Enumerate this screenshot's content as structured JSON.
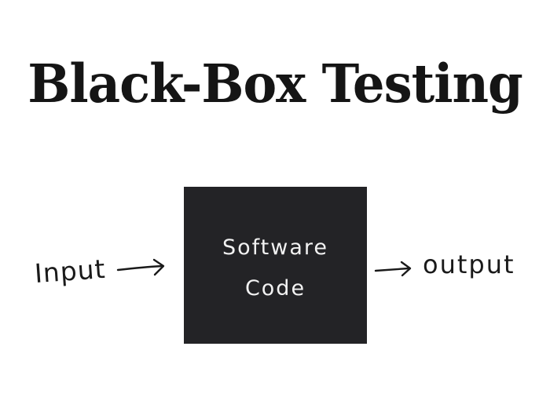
{
  "title": "Black-Box Testing",
  "box": {
    "line1": "Software",
    "line2": "Code",
    "fill": "#232326"
  },
  "input_label": "Input",
  "output_label": "output",
  "icons": [
    "arrow-right-icon",
    "arrow-right-icon"
  ]
}
